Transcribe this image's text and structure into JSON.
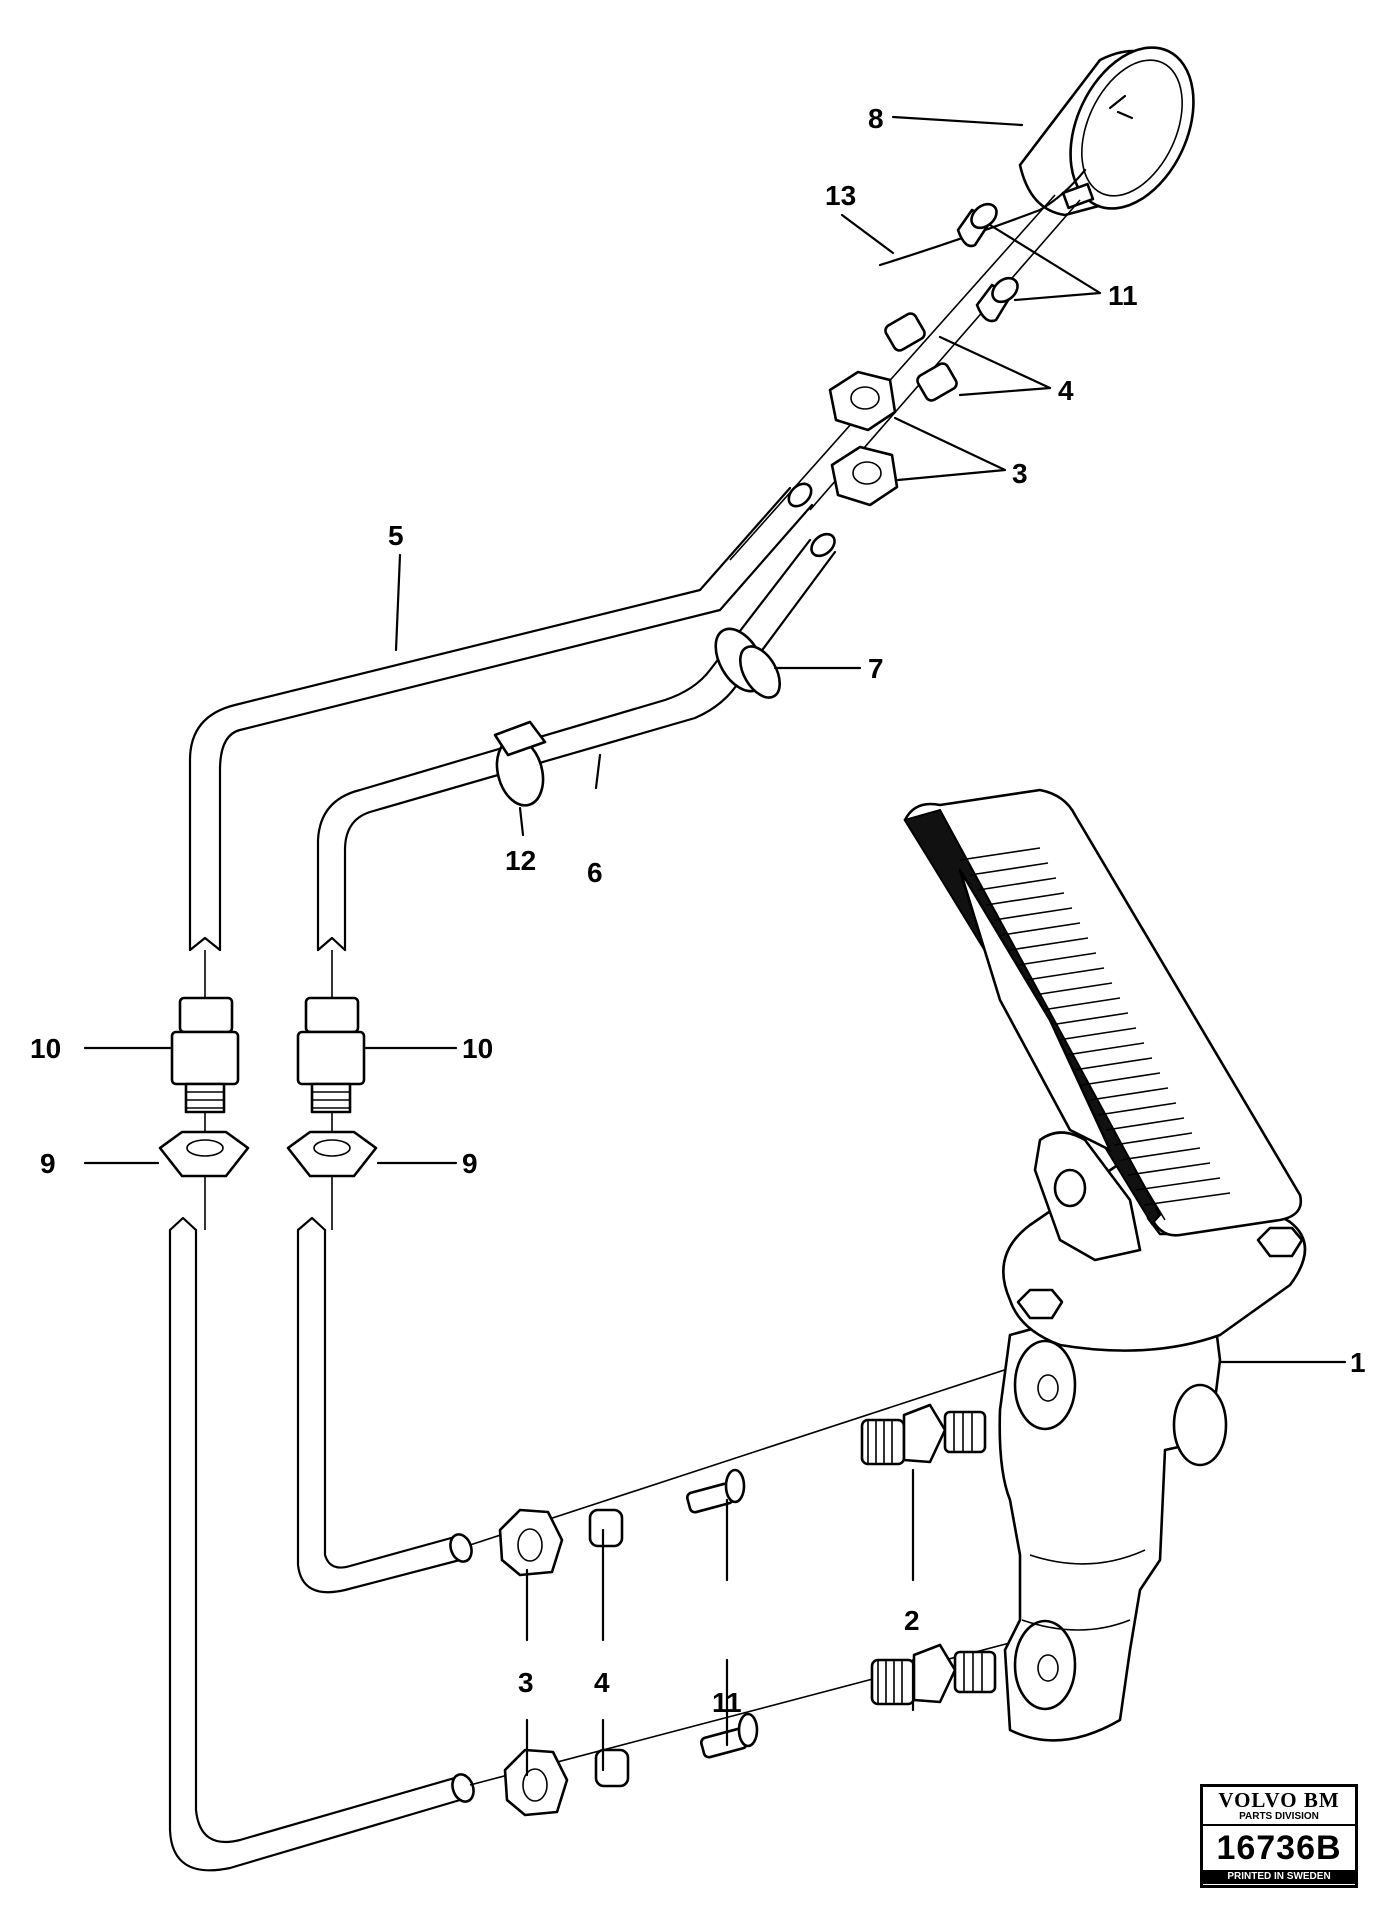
{
  "callouts": {
    "c1": "1",
    "c2": "2",
    "c3a": "3",
    "c3b": "3",
    "c4a": "4",
    "c4b": "4",
    "c5": "5",
    "c6": "6",
    "c7": "7",
    "c8": "8",
    "c9a": "9",
    "c9b": "9",
    "c10a": "10",
    "c10b": "10",
    "c11a": "11",
    "c11b": "11",
    "c12": "12",
    "c13": "13"
  },
  "badge": {
    "brand": "VOLVO BM",
    "division": "PARTS DIVISION",
    "number": "16736B",
    "footer": "PRINTED IN SWEDEN"
  }
}
